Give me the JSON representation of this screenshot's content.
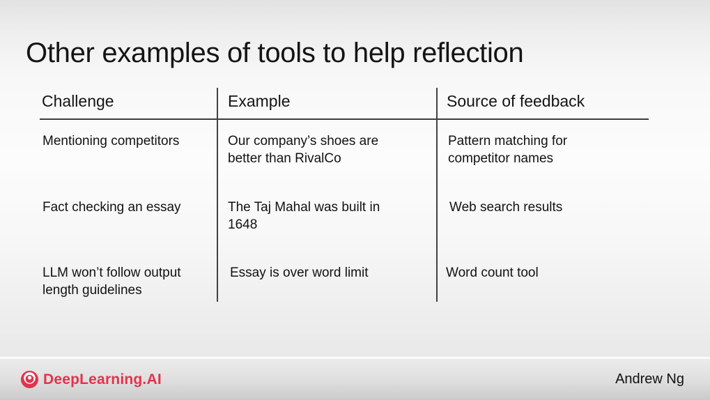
{
  "slide": {
    "title": "Other examples of tools to help reflection"
  },
  "table": {
    "headers": [
      "Challenge",
      "Example",
      "Source of feedback"
    ],
    "rows": [
      {
        "challenge": "Mentioning competitors",
        "example": "Our company’s shoes are\nbetter than RivalCo",
        "source": "Pattern matching for\ncompetitor names"
      },
      {
        "challenge": "Fact checking an essay",
        "example": "The Taj Mahal was built in\n1648",
        "source": "Web search results"
      },
      {
        "challenge": "LLM won’t follow output\nlength guidelines",
        "example": "Essay is over word limit",
        "source": "Word count tool"
      }
    ]
  },
  "footer": {
    "brand": "DeepLearning.AI",
    "author": "Andrew Ng",
    "brand_color": "#e1344d"
  },
  "colors": {
    "text": "#141414",
    "rule": "#3d3d3d"
  }
}
